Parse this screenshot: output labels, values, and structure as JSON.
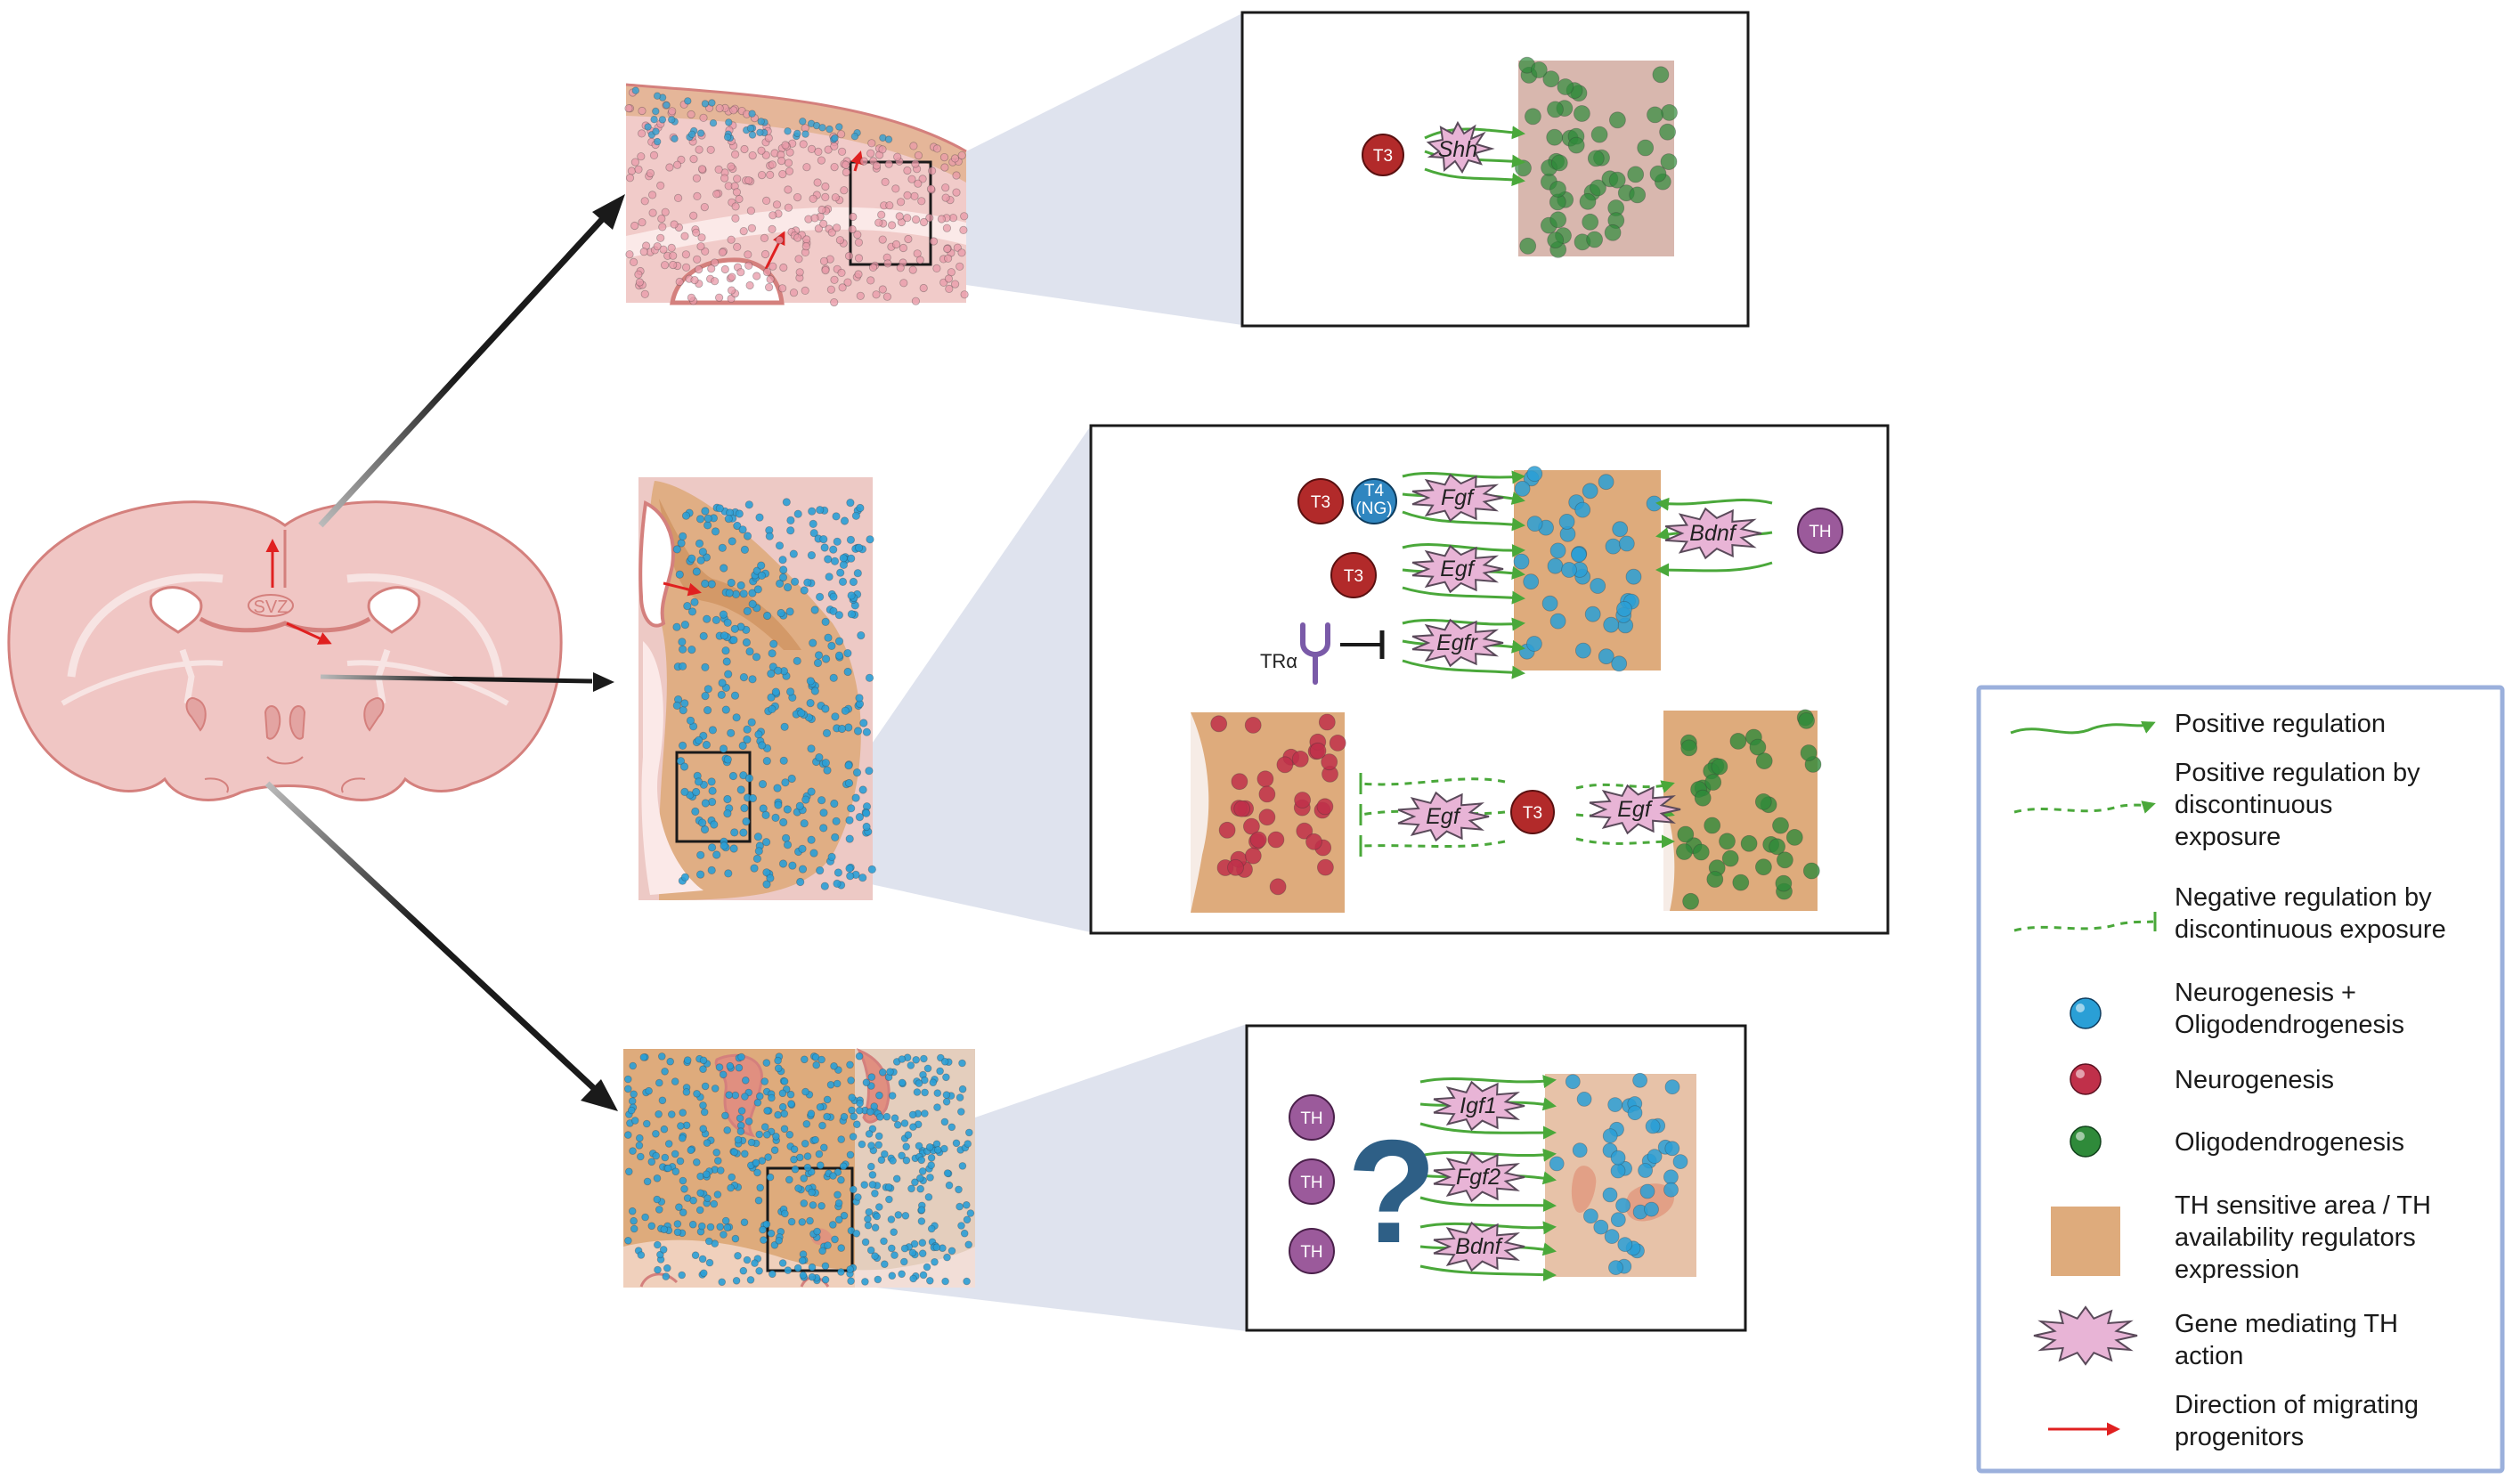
{
  "brain": {
    "svz_label": "SVZ"
  },
  "panel_top": {
    "hormone": "T3",
    "gene": "Shh"
  },
  "panel_middle": {
    "hormones": {
      "t3": "T3",
      "t4_line1": "T4",
      "t4_line2": "(NG)",
      "th": "TH",
      "receptor": "TRα"
    },
    "genes": {
      "fgf": "Fgf",
      "egf": "Egf",
      "egfr": "Egfr",
      "bdnf": "Bdnf"
    }
  },
  "panel_bottom": {
    "hormone": "TH",
    "question_mark": "?",
    "genes": {
      "igf1": "Igf1",
      "fgf2": "Fgf2",
      "bdnf": "Bdnf"
    }
  },
  "legend": {
    "items": [
      {
        "icon": "positive-regulation-arrow",
        "line1": "Positive regulation"
      },
      {
        "icon": "dashed-positive-arrow",
        "line1": "Positive regulation by",
        "line2": "discontinuous",
        "line3": "exposure"
      },
      {
        "icon": "dashed-negative-bar",
        "line1": "Negative regulation by",
        "line2": "discontinuous exposure"
      },
      {
        "icon": "blue-cell",
        "line1": "Neurogenesis +",
        "line2": "Oligodendrogenesis"
      },
      {
        "icon": "red-cell",
        "line1": "Neurogenesis"
      },
      {
        "icon": "green-cell",
        "line1": "Oligodendrogenesis"
      },
      {
        "icon": "orange-square",
        "line1": "TH sensitive area / TH",
        "line2": "availability regulators",
        "line3": "expression"
      },
      {
        "icon": "pink-star",
        "line1": "Gene mediating TH",
        "line2": "action"
      },
      {
        "icon": "red-arrow",
        "line1": "Direction of migrating",
        "line2": "progenitors"
      }
    ]
  },
  "colors": {
    "blue_cell": "#2a9fd6",
    "red_cell": "#c0304a",
    "green_cell": "#2f8a3a",
    "th_area": "#deab7c",
    "gene_star": "#e8b4d6",
    "t3_circle": "#b22a2a",
    "th_circle": "#9b5a9b",
    "t4_circle": "#2f86c0",
    "positive_arrow": "#4aa83a",
    "migration_arrow": "#e02020",
    "legend_border": "#9bb0dc"
  }
}
